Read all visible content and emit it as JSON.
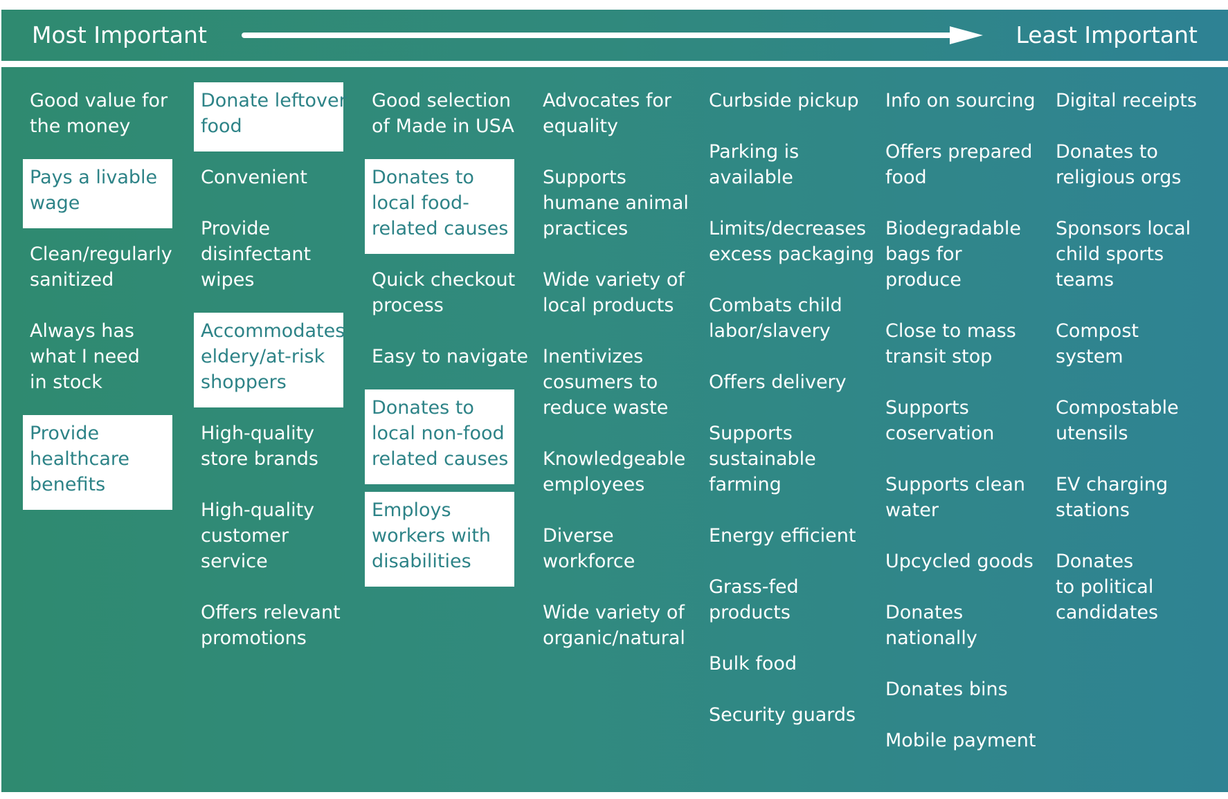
{
  "header": {
    "left_label": "Most Important",
    "right_label": "Least Important"
  },
  "colors": {
    "gradient_start": "#2f8a70",
    "gradient_end": "#2e8294",
    "box_fill": "#ffffff",
    "box_text": "#2d8387",
    "plain_text": "#ffffff"
  },
  "columns": [
    {
      "items": [
        {
          "lines": [
            "Good value for",
            "the money"
          ],
          "highlighted": false
        },
        {
          "lines": [
            "Pays a livable",
            "wage"
          ],
          "highlighted": true
        },
        {
          "lines": [
            "Clean/regularly",
            "sanitized"
          ],
          "highlighted": false
        },
        {
          "lines": [
            "Always has",
            "what I need",
            "in stock"
          ],
          "highlighted": false
        },
        {
          "lines": [
            "Provide",
            "healthcare",
            "benefits"
          ],
          "highlighted": true
        }
      ]
    },
    {
      "items": [
        {
          "lines": [
            "Donate leftover",
            "food"
          ],
          "highlighted": true
        },
        {
          "lines": [
            "Convenient"
          ],
          "highlighted": false
        },
        {
          "lines": [
            "Provide",
            "disinfectant",
            "wipes"
          ],
          "highlighted": false
        },
        {
          "lines": [
            "Accommodates",
            "eldery/at-risk",
            "shoppers"
          ],
          "highlighted": true
        },
        {
          "lines": [
            "High-quality",
            "store brands"
          ],
          "highlighted": false
        },
        {
          "lines": [
            "High-quality",
            "customer",
            "service"
          ],
          "highlighted": false
        },
        {
          "lines": [
            "Offers relevant",
            "promotions"
          ],
          "highlighted": false
        }
      ]
    },
    {
      "items": [
        {
          "lines": [
            "Good selection",
            "of Made in USA"
          ],
          "highlighted": false
        },
        {
          "lines": [
            "Donates to",
            "local food-",
            "related causes"
          ],
          "highlighted": true
        },
        {
          "lines": [
            "Quick checkout",
            "process"
          ],
          "highlighted": false
        },
        {
          "lines": [
            "Easy to navigate"
          ],
          "highlighted": false
        },
        {
          "lines": [
            "Donates to",
            "local non-food",
            "related causes"
          ],
          "highlighted": true
        },
        {
          "lines": [
            "Employs",
            "workers with",
            "disabilities"
          ],
          "highlighted": true
        }
      ]
    },
    {
      "items": [
        {
          "lines": [
            "Advocates for",
            "equality"
          ],
          "highlighted": false
        },
        {
          "lines": [
            "Supports",
            "humane animal",
            "practices"
          ],
          "highlighted": false
        },
        {
          "lines": [
            "Wide variety of",
            "local products"
          ],
          "highlighted": false
        },
        {
          "lines": [
            "Inentivizes",
            "cosumers to",
            "reduce waste"
          ],
          "highlighted": false
        },
        {
          "lines": [
            "Knowledgeable",
            "employees"
          ],
          "highlighted": false
        },
        {
          "lines": [
            "Diverse",
            "workforce"
          ],
          "highlighted": false
        },
        {
          "lines": [
            "Wide variety of",
            "organic/natural"
          ],
          "highlighted": false
        }
      ]
    },
    {
      "items": [
        {
          "lines": [
            "Curbside pickup"
          ],
          "highlighted": false
        },
        {
          "lines": [
            "Parking is",
            "available"
          ],
          "highlighted": false
        },
        {
          "lines": [
            "Limits/decreases",
            "excess packaging"
          ],
          "highlighted": false
        },
        {
          "lines": [
            "Combats child",
            "labor/slavery"
          ],
          "highlighted": false
        },
        {
          "lines": [
            "Offers delivery"
          ],
          "highlighted": false
        },
        {
          "lines": [
            "Supports",
            "sustainable",
            "farming"
          ],
          "highlighted": false
        },
        {
          "lines": [
            "Energy efficient"
          ],
          "highlighted": false
        },
        {
          "lines": [
            "Grass-fed",
            "products"
          ],
          "highlighted": false
        },
        {
          "lines": [
            "Bulk food"
          ],
          "highlighted": false
        },
        {
          "lines": [
            "Security guards"
          ],
          "highlighted": false
        }
      ]
    },
    {
      "items": [
        {
          "lines": [
            "Info on sourcing"
          ],
          "highlighted": false
        },
        {
          "lines": [
            "Offers prepared",
            "food"
          ],
          "highlighted": false
        },
        {
          "lines": [
            "Biodegradable",
            "bags for",
            "produce"
          ],
          "highlighted": false
        },
        {
          "lines": [
            "Close to mass",
            "transit stop"
          ],
          "highlighted": false
        },
        {
          "lines": [
            "Supports",
            "coservation"
          ],
          "highlighted": false
        },
        {
          "lines": [
            "Supports clean",
            "water"
          ],
          "highlighted": false
        },
        {
          "lines": [
            "Upcycled goods"
          ],
          "highlighted": false
        },
        {
          "lines": [
            "Donates",
            "nationally"
          ],
          "highlighted": false
        },
        {
          "lines": [
            "Donates bins"
          ],
          "highlighted": false
        },
        {
          "lines": [
            "Mobile payment"
          ],
          "highlighted": false
        }
      ]
    },
    {
      "items": [
        {
          "lines": [
            "Digital  receipts"
          ],
          "highlighted": false
        },
        {
          "lines": [
            "Donates to",
            "religious orgs"
          ],
          "highlighted": false
        },
        {
          "lines": [
            "Sponsors local",
            "child sports",
            "teams"
          ],
          "highlighted": false
        },
        {
          "lines": [
            "Compost",
            "system"
          ],
          "highlighted": false
        },
        {
          "lines": [
            "Compostable",
            "utensils"
          ],
          "highlighted": false
        },
        {
          "lines": [
            "EV charging",
            "stations"
          ],
          "highlighted": false
        },
        {
          "lines": [
            "Donates",
            "to political",
            "candidates"
          ],
          "highlighted": false
        }
      ]
    }
  ]
}
